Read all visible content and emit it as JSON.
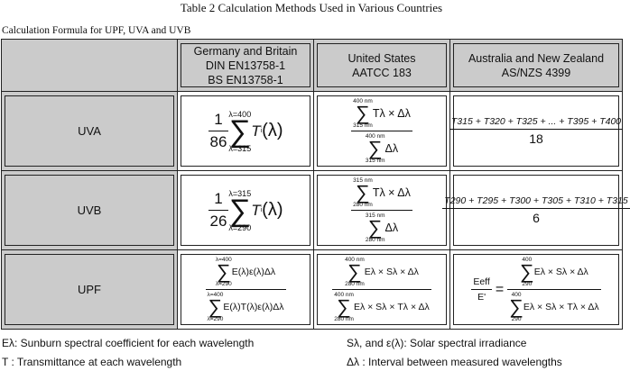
{
  "doc": {
    "title": "Table 2   Calculation Methods Used in Various Countries",
    "subtitle": "Calculation Formula for UPF, UVA and UVB"
  },
  "table": {
    "headers": [
      {
        "line1": "Germany and Britain",
        "line2": "DIN EN13758-1",
        "line3": "BS EN13758-1"
      },
      {
        "line1": "United States",
        "line2": "AATCC 183",
        "line3": ""
      },
      {
        "line1": "Australia and New Zealand",
        "line2": "AS/NZS 4399",
        "line3": ""
      }
    ],
    "rows": [
      {
        "label": "UVA"
      },
      {
        "label": "UVB"
      },
      {
        "label": "UPF"
      }
    ]
  },
  "formulas": {
    "de_uva": {
      "coef_num": "1",
      "coef_den": "86",
      "upper": "λ=400",
      "lower": "λ=315",
      "body": "T",
      "sub": "i",
      "arg": "(λ)"
    },
    "de_uvb": {
      "coef_num": "1",
      "coef_den": "26",
      "upper": "λ=315",
      "lower": "λ=290",
      "body": "T",
      "sub": "i",
      "arg": "(λ)"
    },
    "us_uva": {
      "num_upper": "400 nm",
      "num_lower": "315 nm",
      "num_body": "Tλ × Δλ",
      "den_upper": "400 nm",
      "den_lower": "315 nm",
      "den_body": "Δλ"
    },
    "us_uvb": {
      "num_upper": "315 nm",
      "num_lower": "280 nm",
      "num_body": "Tλ × Δλ",
      "den_upper": "315 nm",
      "den_lower": "280 nm",
      "den_body": "Δλ"
    },
    "au_uva": {
      "numerator": "T315 + T320 + T325 + ... + T395 + T400",
      "denominator": "18"
    },
    "au_uvb": {
      "numerator": "T290 + T295 + T300 + T305 + T310 + T315",
      "denominator": "6"
    },
    "de_upf": {
      "num_upper": "λ=400",
      "num_lower": "λ=290",
      "num_body": "E(λ)ε(λ)Δλ",
      "den_upper": "λ=400",
      "den_lower": "λ=290",
      "den_body": "E(λ)T(λ)ε(λ)Δλ"
    },
    "us_upf": {
      "num_upper": "400 nm",
      "num_lower": "280 nm",
      "num_body": "Eλ × Sλ × Δλ",
      "den_upper": "400 nm",
      "den_lower": "280 nm",
      "den_body": "Eλ × Sλ × Tλ × Δλ"
    },
    "au_upf": {
      "lhs_num": "Eeff",
      "lhs_den": "E'",
      "eq": "=",
      "num_upper": "400",
      "num_lower": "290",
      "num_body": "Eλ × Sλ × Δλ",
      "den_upper": "400",
      "den_lower": "290",
      "den_body": "Eλ × Sλ × Tλ × Δλ"
    }
  },
  "legend": {
    "e_lambda": "Eλ: Sunburn spectral coefficient for each wavelength",
    "s_lambda": "Sλ, and ε(λ): Solar spectral irradiance",
    "t": "T : Transmittance at each wavelength",
    "delta": "Δλ : Interval between measured wavelengths"
  }
}
